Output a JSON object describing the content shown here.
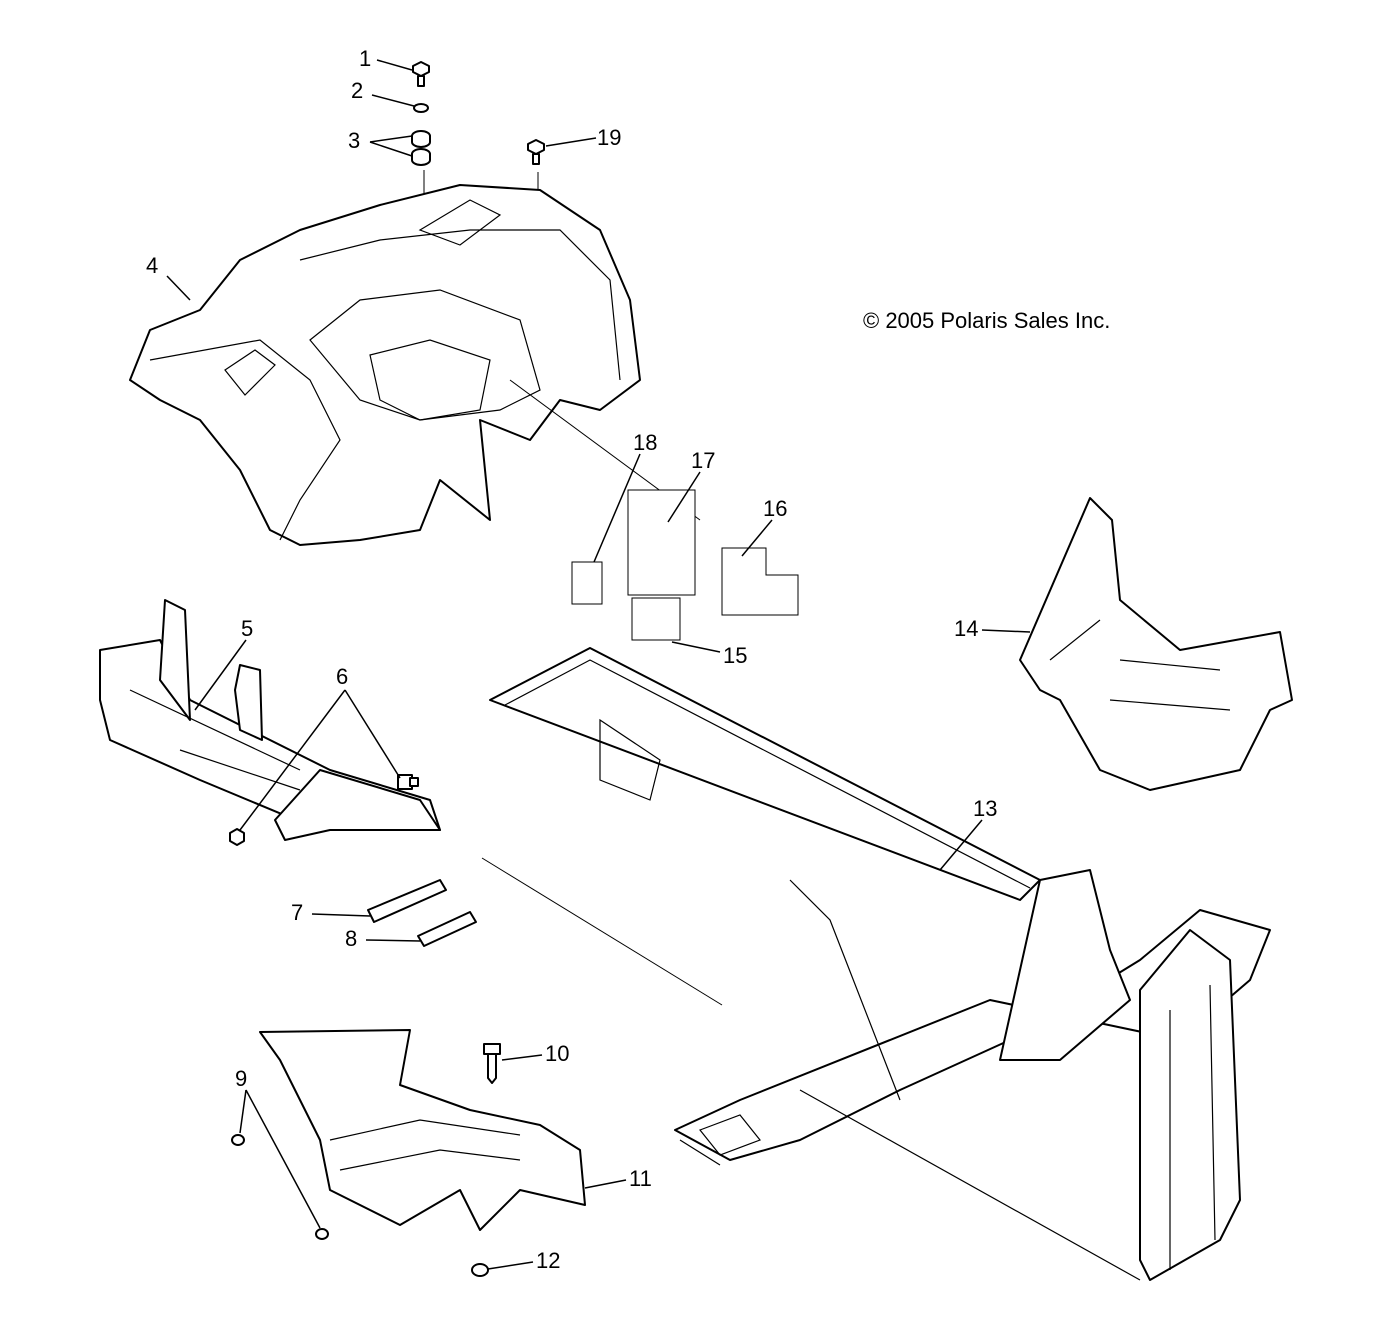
{
  "diagram": {
    "copyright": "© 2005 Polaris Sales Inc.",
    "callouts": [
      "1",
      "2",
      "3",
      "4",
      "5",
      "6",
      "7",
      "8",
      "9",
      "10",
      "11",
      "12",
      "13",
      "14",
      "15",
      "16",
      "17",
      "18",
      "19"
    ]
  },
  "colors": {
    "line": "#000000",
    "background": "#ffffff"
  }
}
